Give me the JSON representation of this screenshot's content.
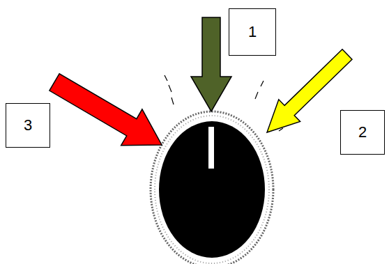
{
  "diagram": {
    "nodes": [
      {
        "text": [
          "1"
        ]
      },
      {
        "text": [
          "3"
        ]
      },
      {
        "text": [
          "2"
        ]
      }
    ]
  }
}
